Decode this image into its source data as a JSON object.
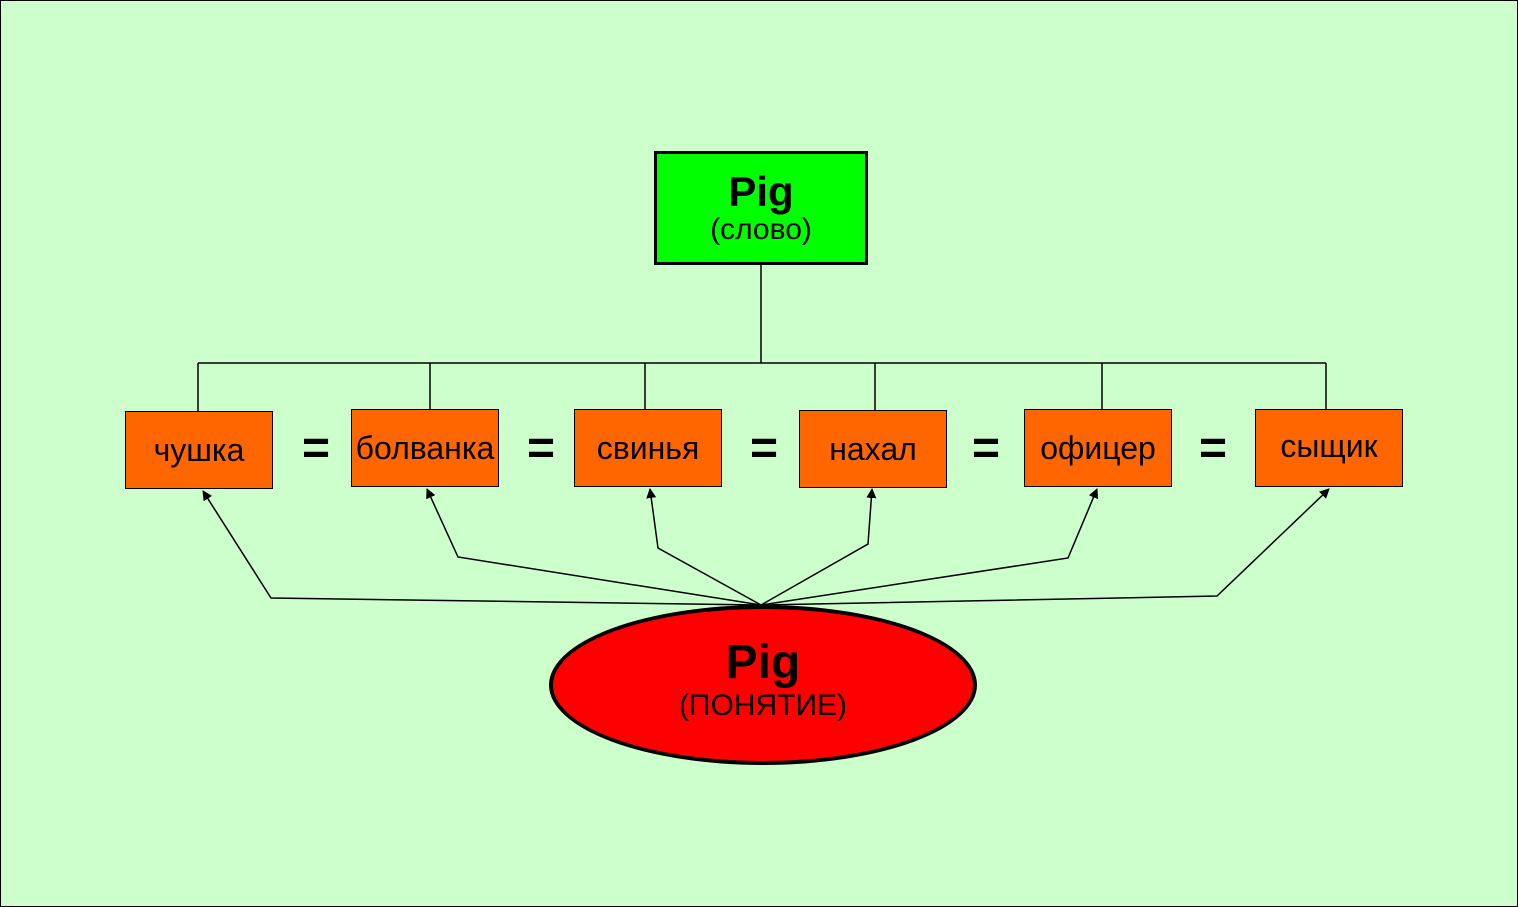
{
  "word": {
    "title": "Pig",
    "subtitle": "(слово)"
  },
  "meanings": [
    {
      "label": "чушка"
    },
    {
      "label": "болванка"
    },
    {
      "label": "свинья"
    },
    {
      "label": "нахал"
    },
    {
      "label": "офицер"
    },
    {
      "label": "сыщик"
    }
  ],
  "equals_sign": "=",
  "concept": {
    "title": "Pig",
    "subtitle": "(ПОНЯТИЕ)"
  },
  "colors": {
    "background": "#ccffcc",
    "word_box": "#00ff00",
    "meaning_box": "#ff6600",
    "concept_ellipse": "#ff0000"
  }
}
